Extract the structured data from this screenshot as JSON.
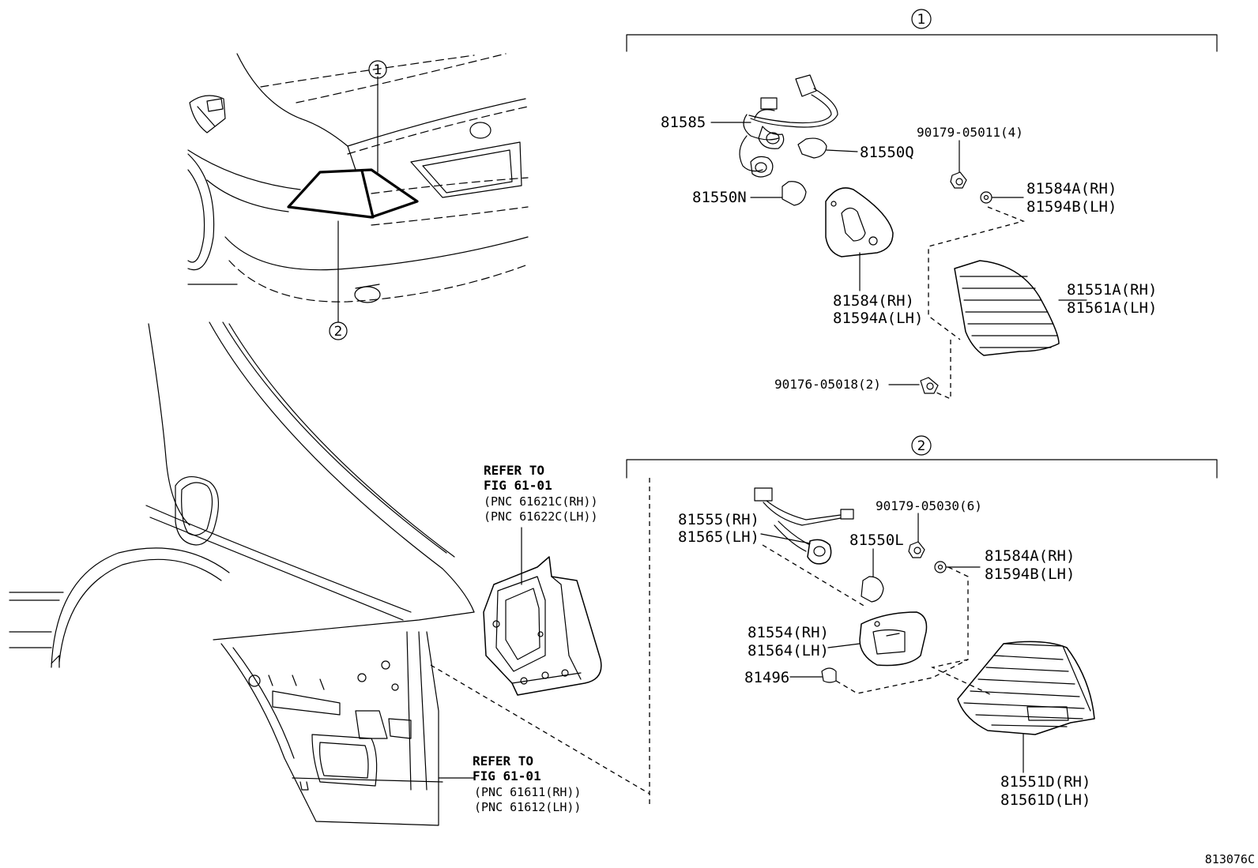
{
  "callouts": {
    "one": "1",
    "two": "2"
  },
  "labels": {
    "p81585": "81585",
    "p81550Q": "81550Q",
    "p81550N": "81550N",
    "p90179_05011": "90179-05011(4)",
    "p81584A_rh_top": "81584A(RH)",
    "p81594B_lh_top": "81594B(LH)",
    "p81584_rh": "81584(RH)",
    "p81594A_lh": "81594A(LH)",
    "p81551A_rh": "81551A(RH)",
    "p81561A_lh": "81561A(LH)",
    "p90176_05018": "90176-05018(2)",
    "p81555_rh": "81555(RH)",
    "p81565_lh": "81565(LH)",
    "p90179_05030": "90179-05030(6)",
    "p81550L": "81550L",
    "p81584A_rh_bot": "81584A(RH)",
    "p81594B_lh_bot": "81594B(LH)",
    "p81554_rh": "81554(RH)",
    "p81564_lh": "81564(LH)",
    "p81496": "81496",
    "p81551D_rh": "81551D(RH)",
    "p81561D_lh": "81561D(LH)"
  },
  "references": {
    "upper": {
      "line1": "REFER TO",
      "line2": "FIG 61-01",
      "line3": "(PNC 61621C(RH))",
      "line4": "(PNC 61622C(LH))"
    },
    "lower": {
      "line1": "REFER TO",
      "line2": "FIG 61-01",
      "line3": "(PNC 61611(RH))",
      "line4": "(PNC 61612(LH))"
    }
  },
  "diagram_code": "813076C"
}
